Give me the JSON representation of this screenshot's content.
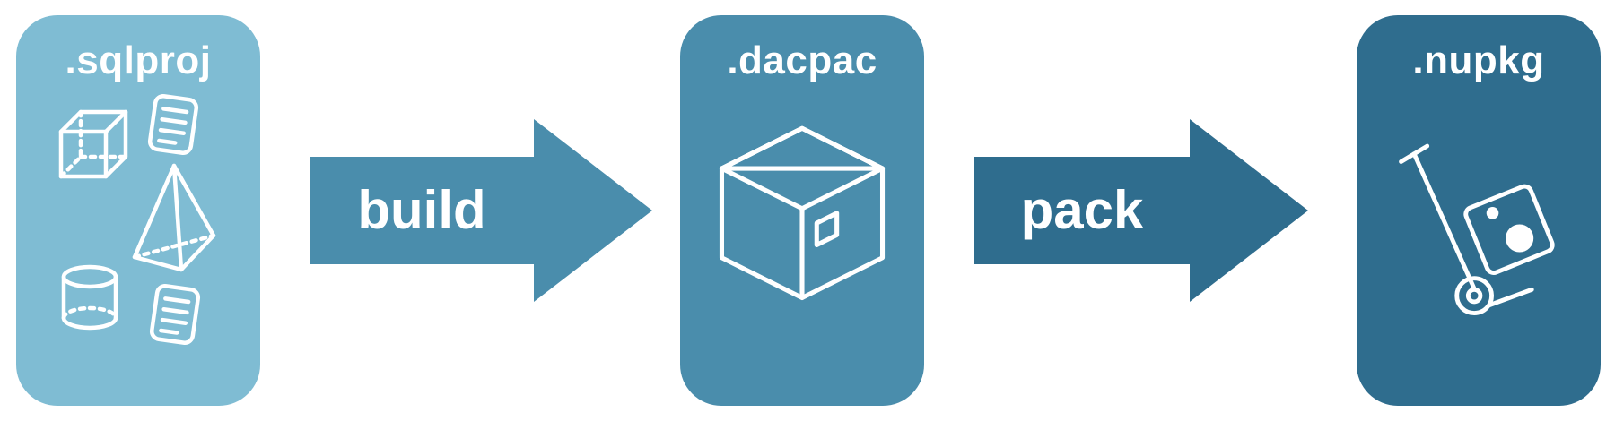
{
  "diagram": {
    "title": "sqlproj to dacpac to nupkg pipeline",
    "background": "#ffffff",
    "text_color": "#ffffff",
    "nodes": [
      {
        "id": "sqlproj",
        "label": ".sqlproj",
        "color": "#7fbcd3",
        "icons": [
          "cube-icon",
          "script-scroll-icon",
          "pyramid-icon",
          "database-cylinder-icon",
          "script-scroll-icon"
        ]
      },
      {
        "id": "dacpac",
        "label": ".dacpac",
        "color": "#4a8dac",
        "icons": [
          "package-box-icon"
        ]
      },
      {
        "id": "nupkg",
        "label": ".nupkg",
        "color": "#2f6d8e",
        "icons": [
          "hand-truck-package-icon"
        ]
      }
    ],
    "arrows": [
      {
        "label": "build",
        "from": "sqlproj",
        "to": "dacpac",
        "color": "#4a8dac"
      },
      {
        "label": "pack",
        "from": "dacpac",
        "to": "nupkg",
        "color": "#2f6d8e"
      }
    ]
  }
}
